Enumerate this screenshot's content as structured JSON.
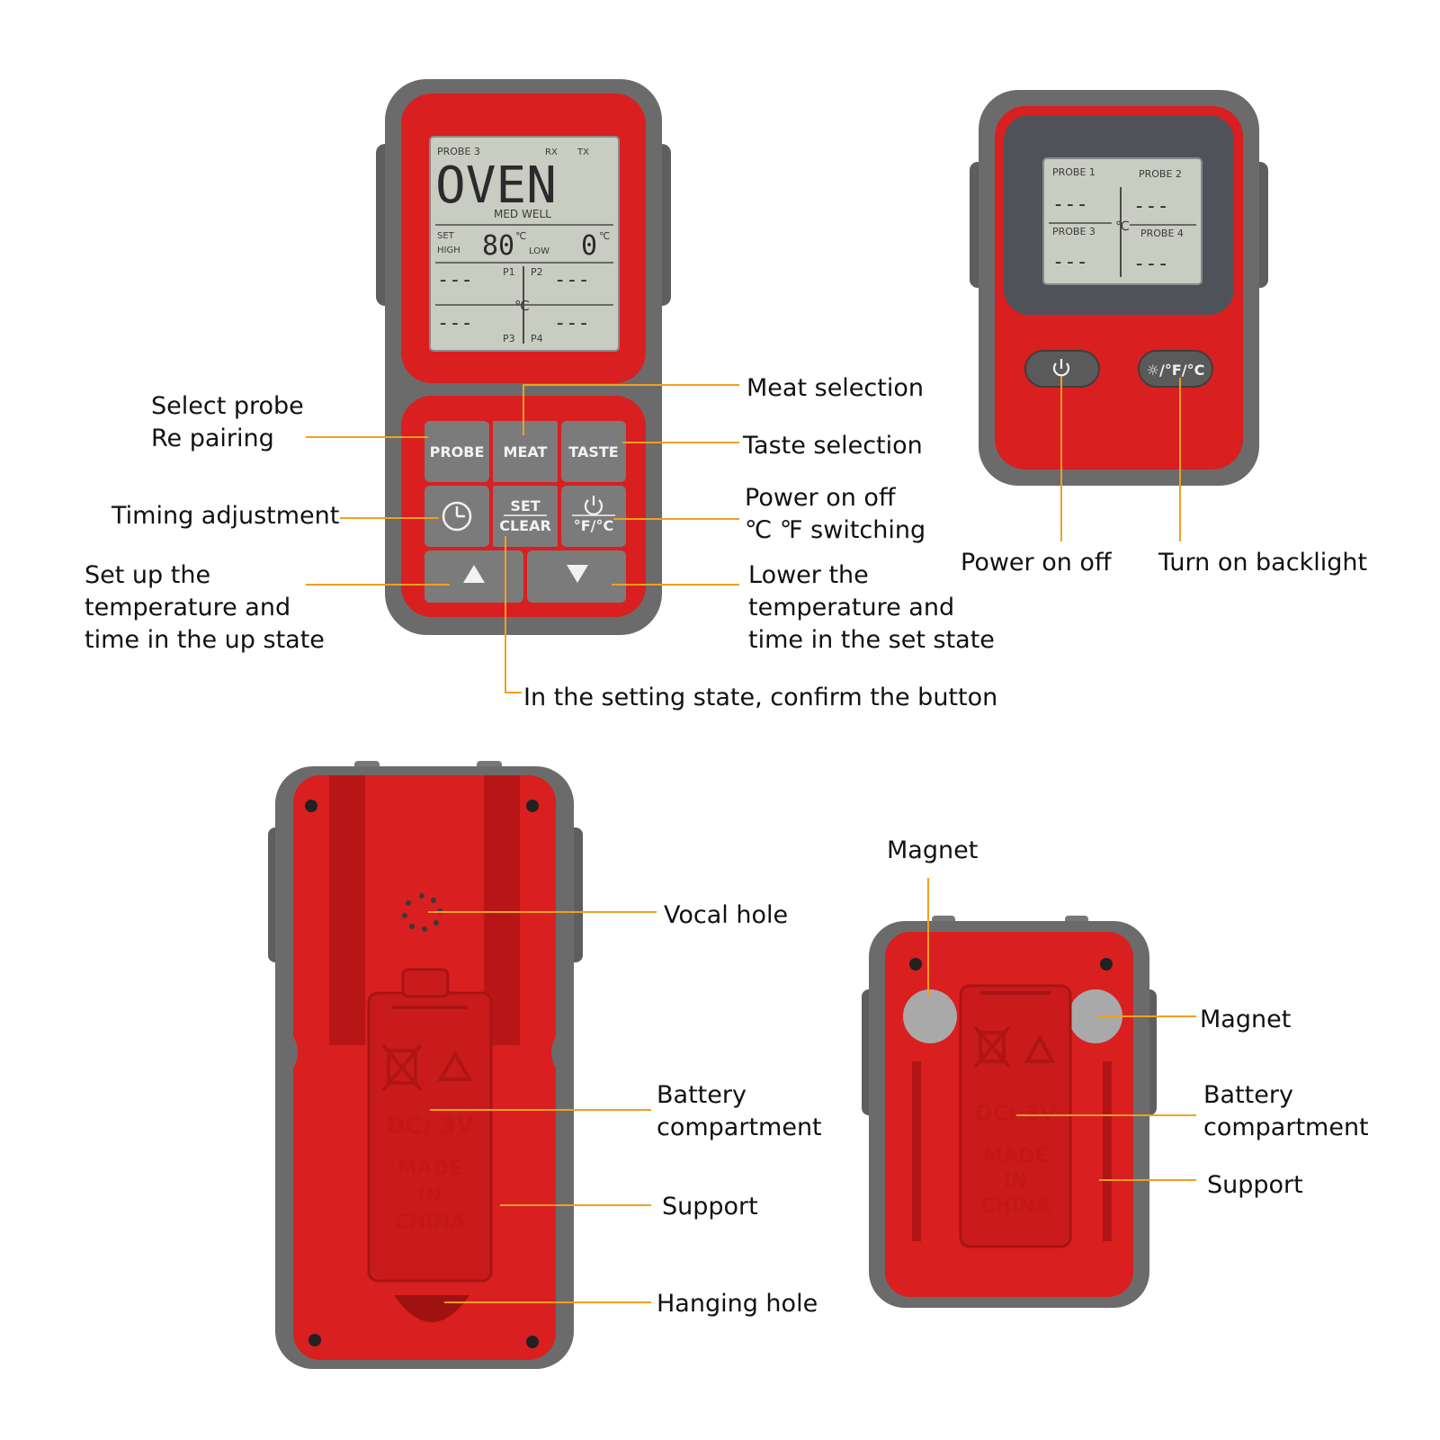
{
  "colors": {
    "housing_gray": "#6b6b6b",
    "housing_gray_dark": "#555555",
    "red": "#d91f1f",
    "red_dark": "#b81616",
    "lcd": "#c9cdc1",
    "button": "#7b7b7b",
    "leader": "#f0a020"
  },
  "receiver_display": {
    "probe": "PROBE 3",
    "signal": "RX",
    "signal2": "TX",
    "main": "OVEN",
    "doneness": "MED WELL",
    "set": "SET",
    "high": "HIGH",
    "low": "LOW",
    "high_value": "80",
    "low_value": "0",
    "unit": "℃",
    "p1": "P1",
    "p2": "P2",
    "p3": "P3",
    "p4": "P4",
    "dashes": "---"
  },
  "receiver_buttons": {
    "probe": "PROBE",
    "meat": "MEAT",
    "taste": "TASTE",
    "set": "SET",
    "clear": "CLEAR",
    "unit": "°F/°C"
  },
  "transmitter_display": {
    "probe1": "PROBE 1",
    "probe2": "PROBE 2",
    "probe3": "PROBE 3",
    "probe4": "PROBE 4",
    "unit": "℃",
    "dashes": "---"
  },
  "transmitter_buttons": {
    "backlight": "☼/°F/°C"
  },
  "back_embossing": {
    "dc": "DC: 3V",
    "made": "MADE",
    "in": "IN",
    "china": "CHINA"
  },
  "labels": {
    "select_probe": "Select probe\nRe pairing",
    "timing": "Timing adjustment",
    "set_up": "Set up the\ntemperature and\ntime in the up state",
    "meat": "Meat selection",
    "taste": "Taste selection",
    "power_switch": "Power on off\n℃ ℉ switching",
    "lower": "Lower the\ntemperature and\ntime in the set state",
    "confirm": "In the setting state, confirm the button",
    "power": "Power on off",
    "backlight": "Turn on backlight",
    "vocal": "Vocal hole",
    "battery_left": "Battery\ncompartment",
    "support_left": "Support",
    "hanging": "Hanging hole",
    "magnet_top": "Magnet",
    "magnet_right": "Magnet",
    "battery_right": "Battery\ncompartment",
    "support_right": "Support"
  }
}
